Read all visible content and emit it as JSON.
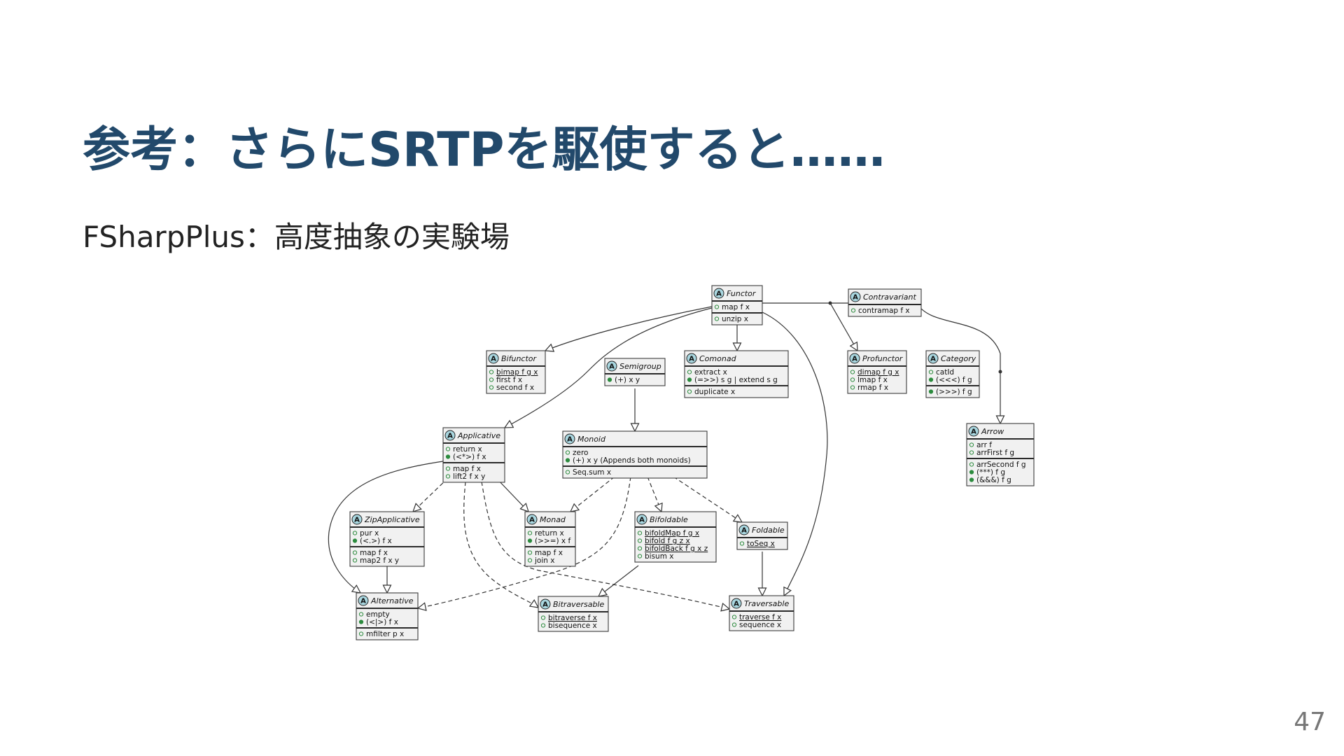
{
  "title": "参考：さらにSRTPを駆使すると……",
  "subtitle": "FSharpPlus：高度抽象の実験場",
  "page_number": "47",
  "badge_letter": "A",
  "colors": {
    "title": "#22496b",
    "class_fill": "#f1f1f1",
    "badge_fill": "#a9d7e0",
    "visibility_marker": "#2c8b3e"
  },
  "classes": [
    {
      "id": "Functor",
      "name": "Functor",
      "groups": [
        [
          {
            "text": "map f x",
            "filled": false
          }
        ],
        [
          {
            "text": "unzip x",
            "filled": false
          }
        ]
      ]
    },
    {
      "id": "Contravariant",
      "name": "Contravariant",
      "groups": [
        [
          {
            "text": "contramap f x",
            "filled": false
          }
        ]
      ]
    },
    {
      "id": "Bifunctor",
      "name": "Bifunctor",
      "groups": [
        [
          {
            "text": "bimap f g x",
            "filled": false,
            "static": true
          },
          {
            "text": "first f x",
            "filled": false
          },
          {
            "text": "second f x",
            "filled": false
          }
        ]
      ]
    },
    {
      "id": "Semigroup",
      "name": "Semigroup",
      "groups": [
        [
          {
            "text": "(+) x y",
            "filled": true
          }
        ]
      ]
    },
    {
      "id": "Comonad",
      "name": "Comonad",
      "groups": [
        [
          {
            "text": "extract x",
            "filled": false
          },
          {
            "text": "(=>>) s g | extend s g",
            "filled": true
          }
        ],
        [
          {
            "text": "duplicate x",
            "filled": false
          }
        ]
      ]
    },
    {
      "id": "Profunctor",
      "name": "Profunctor",
      "groups": [
        [
          {
            "text": "dimap f g x",
            "filled": false,
            "static": true
          },
          {
            "text": "lmap f x",
            "filled": false
          },
          {
            "text": "rmap f x",
            "filled": false
          }
        ]
      ]
    },
    {
      "id": "Category",
      "name": "Category",
      "groups": [
        [
          {
            "text": "catId",
            "filled": false
          },
          {
            "text": "(<<<) f g",
            "filled": true
          }
        ],
        [
          {
            "text": "(>>>) f g",
            "filled": true
          }
        ]
      ]
    },
    {
      "id": "Arrow",
      "name": "Arrow",
      "groups": [
        [
          {
            "text": "arr f",
            "filled": false
          },
          {
            "text": "arrFirst f g",
            "filled": false
          }
        ],
        [
          {
            "text": "arrSecond f g",
            "filled": false
          },
          {
            "text": "(***) f g",
            "filled": true
          },
          {
            "text": "(&&&) f g",
            "filled": true
          }
        ]
      ]
    },
    {
      "id": "Applicative",
      "name": "Applicative",
      "groups": [
        [
          {
            "text": "return x",
            "filled": false
          },
          {
            "text": "(<*>) f x",
            "filled": true
          }
        ],
        [
          {
            "text": "map f x",
            "filled": false
          },
          {
            "text": "lift2 f x y",
            "filled": false
          }
        ]
      ]
    },
    {
      "id": "Monoid",
      "name": "Monoid",
      "groups": [
        [
          {
            "text": "zero",
            "filled": false
          },
          {
            "text": "(+) x y (Appends both monoids)",
            "filled": true
          }
        ],
        [
          {
            "text": "Seq.sum x",
            "filled": false
          }
        ]
      ]
    },
    {
      "id": "ZipApplicative",
      "name": "ZipApplicative",
      "groups": [
        [
          {
            "text": "pur x",
            "filled": false
          },
          {
            "text": "(<.>) f x",
            "filled": true
          }
        ],
        [
          {
            "text": "map f x",
            "filled": false
          },
          {
            "text": "map2 f x y",
            "filled": false
          }
        ]
      ]
    },
    {
      "id": "Monad",
      "name": "Monad",
      "groups": [
        [
          {
            "text": "return x",
            "filled": false
          },
          {
            "text": "(>>=) x f",
            "filled": true
          }
        ],
        [
          {
            "text": "map f x",
            "filled": false
          },
          {
            "text": "join x",
            "filled": false
          }
        ]
      ]
    },
    {
      "id": "Bifoldable",
      "name": "Bifoldable",
      "groups": [
        [
          {
            "text": "bifoldMap f g x",
            "filled": false,
            "static": true
          },
          {
            "text": "bifold f g z x",
            "filled": false,
            "static": true
          },
          {
            "text": "bifoldBack f g x z",
            "filled": false,
            "static": true
          },
          {
            "text": "bisum x",
            "filled": false
          }
        ]
      ]
    },
    {
      "id": "Foldable",
      "name": "Foldable",
      "groups": [
        [
          {
            "text": "toSeq x",
            "filled": false,
            "static": true
          }
        ]
      ]
    },
    {
      "id": "Alternative",
      "name": "Alternative",
      "groups": [
        [
          {
            "text": "empty",
            "filled": false
          },
          {
            "text": "(<|>) f x",
            "filled": true
          }
        ],
        [
          {
            "text": "mfilter p x",
            "filled": false
          }
        ]
      ]
    },
    {
      "id": "Bitraversable",
      "name": "Bitraversable",
      "groups": [
        [
          {
            "text": "bitraverse f x",
            "filled": false,
            "static": true
          },
          {
            "text": "bisequence x",
            "filled": false
          }
        ]
      ]
    },
    {
      "id": "Traversable",
      "name": "Traversable",
      "groups": [
        [
          {
            "text": "traverse f x",
            "filled": false,
            "static": true
          },
          {
            "text": "sequence x",
            "filled": false
          }
        ]
      ]
    }
  ],
  "relations": [
    {
      "from": "Functor",
      "to": "Bifunctor",
      "style": "solid"
    },
    {
      "from": "Functor",
      "to": "Applicative",
      "style": "solid"
    },
    {
      "from": "Functor",
      "to": "Comonad",
      "style": "solid"
    },
    {
      "from": "Functor",
      "to": "Profunctor",
      "style": "solid"
    },
    {
      "from": "Functor",
      "to": "Traversable",
      "style": "solid"
    },
    {
      "from": "Category",
      "to": "Arrow",
      "style": "solid"
    },
    {
      "from": "Semigroup",
      "to": "Monoid",
      "style": "solid"
    },
    {
      "from": "Applicative",
      "to": "ZipApplicative",
      "style": "dashed"
    },
    {
      "from": "Applicative",
      "to": "Monad",
      "style": "solid"
    },
    {
      "from": "Applicative",
      "to": "Alternative",
      "style": "solid"
    },
    {
      "from": "Applicative",
      "to": "Bitraversable",
      "style": "dashed"
    },
    {
      "from": "Applicative",
      "to": "Traversable",
      "style": "dashed"
    },
    {
      "from": "Monoid",
      "to": "Monad",
      "style": "dashed"
    },
    {
      "from": "Monoid",
      "to": "Bifoldable",
      "style": "dashed"
    },
    {
      "from": "Monoid",
      "to": "Foldable",
      "style": "dashed"
    },
    {
      "from": "Monoid",
      "to": "Alternative",
      "style": "dashed"
    },
    {
      "from": "ZipApplicative",
      "to": "Alternative",
      "style": "solid"
    },
    {
      "from": "Bifoldable",
      "to": "Alternative",
      "style": "solid"
    },
    {
      "from": "Foldable",
      "to": "Traversable",
      "style": "solid"
    }
  ]
}
